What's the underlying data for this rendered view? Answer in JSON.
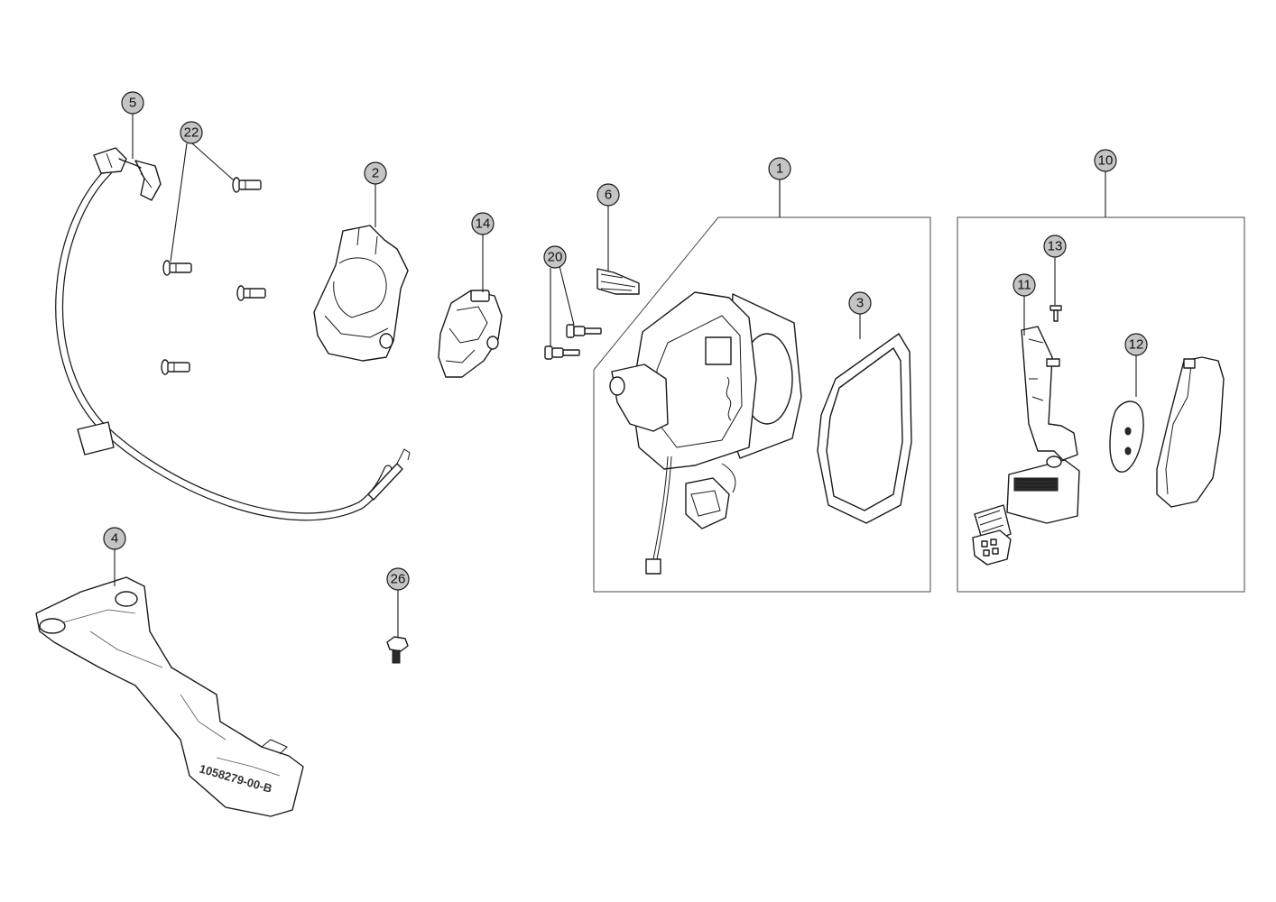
{
  "callouts": [
    {
      "id": "c1",
      "label": "1"
    },
    {
      "id": "c2",
      "label": "2"
    },
    {
      "id": "c3",
      "label": "3"
    },
    {
      "id": "c4",
      "label": "4"
    },
    {
      "id": "c5",
      "label": "5"
    },
    {
      "id": "c6",
      "label": "6"
    },
    {
      "id": "c10",
      "label": "10"
    },
    {
      "id": "c11",
      "label": "11"
    },
    {
      "id": "c12",
      "label": "12"
    },
    {
      "id": "c13",
      "label": "13"
    },
    {
      "id": "c14",
      "label": "14"
    },
    {
      "id": "c20",
      "label": "20"
    },
    {
      "id": "c22",
      "label": "22"
    },
    {
      "id": "c26",
      "label": "26"
    }
  ],
  "part_marking": "1058279-00-B",
  "colors": {
    "callout_fill": "#c4c4c4",
    "line": "#1a1a1a",
    "background": "#ffffff"
  }
}
